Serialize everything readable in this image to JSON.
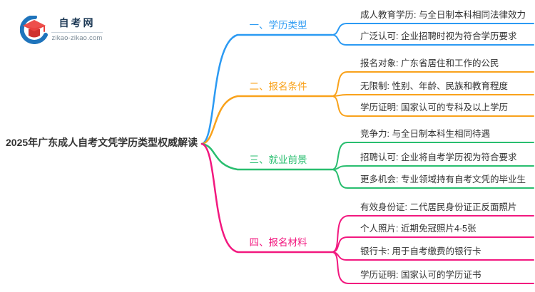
{
  "logo": {
    "site_name": "自考网",
    "domain": "zikao-zikao.com",
    "icon": "graduation-cap-icon",
    "icon_colors": {
      "cap_red": "#E9413E",
      "cap_dark_red": "#CF322F",
      "swoosh_blue": "#1F74BC"
    }
  },
  "title": "2025年广东成人自考文凭学历类型权威解读",
  "colors": {
    "branch1_blue": "#2B9AF3",
    "branch2_orange": "#F9A21B",
    "branch3_green": "#29BE6F",
    "branch4_pink": "#F2187F",
    "text": "#333333"
  },
  "branches": [
    {
      "label": "一、学历类型",
      "color": "#2B9AF3",
      "leaves": [
        "成人教育学历: 与全日制本科相同法律效力",
        "广泛认可: 企业招聘时视为符合学历要求"
      ]
    },
    {
      "label": "二、报名条件",
      "color": "#F9A21B",
      "leaves": [
        "报名对象: 广东省居住和工作的公民",
        "无限制: 性别、年龄、民族和教育程度",
        "学历证明: 国家认可的专科及以上学历"
      ]
    },
    {
      "label": "三、就业前景",
      "color": "#29BE6F",
      "leaves": [
        "竞争力: 与全日制本科生相同待遇",
        "招聘认可: 企业将自考学历视为符合要求",
        "更多机会: 专业领域持有自考文凭的毕业生"
      ]
    },
    {
      "label": "四、报名材料",
      "color": "#F2187F",
      "leaves": [
        "有效身份证: 二代居民身份证正反面照片",
        "个人照片: 近期免冠照片4-5张",
        "银行卡: 用于自考缴费的银行卡",
        "学历证明: 国家认可的学历证书"
      ]
    }
  ]
}
